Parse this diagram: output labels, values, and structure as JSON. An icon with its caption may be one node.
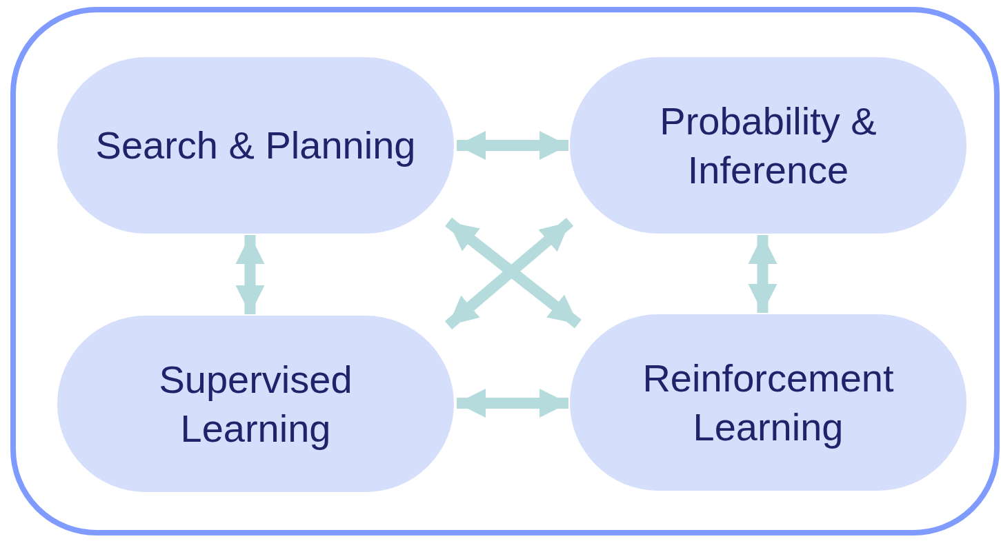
{
  "diagram": {
    "nodes": [
      {
        "text": [
          "Search & Planning"
        ]
      },
      {
        "text": [
          "Probability & Inference"
        ]
      },
      {
        "text": [
          "Supervised Learning"
        ]
      },
      {
        "text": [
          "Reinforcement Learning"
        ]
      }
    ],
    "edges": [
      {
        "from": 0,
        "to": 1,
        "arrow": "both"
      },
      {
        "from": 0,
        "to": 2,
        "arrow": "both"
      },
      {
        "from": 1,
        "to": 3,
        "arrow": "both"
      },
      {
        "from": 0,
        "to": 3,
        "arrow": "both"
      },
      {
        "from": 1,
        "to": 2,
        "arrow": "both"
      },
      {
        "from": 2,
        "to": 3,
        "arrow": "both"
      }
    ]
  }
}
